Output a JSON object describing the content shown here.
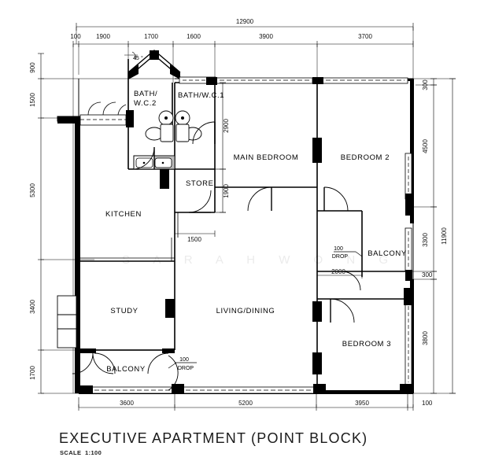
{
  "drawing": {
    "title": "EXECUTIVE APARTMENT (POINT BLOCK)",
    "scale_label": "SCALE",
    "scale_value": "1:100",
    "watermark": "S A R A H   W O N G",
    "line_color": "#000000",
    "wall_fill": "#000000",
    "background": "#ffffff"
  },
  "rooms": [
    {
      "id": "bath-wc-2",
      "line1": "BATH/",
      "line2": "W.C.2"
    },
    {
      "id": "bath-wc-1",
      "label": "BATH/W.C.1"
    },
    {
      "id": "store",
      "label": "STORE"
    },
    {
      "id": "main-bedroom",
      "label": "MAIN BEDROOM"
    },
    {
      "id": "bedroom-2",
      "label": "BEDROOM 2"
    },
    {
      "id": "bedroom-3",
      "label": "BEDROOM 3"
    },
    {
      "id": "kitchen",
      "label": "KITCHEN"
    },
    {
      "id": "study",
      "label": "STUDY"
    },
    {
      "id": "living-dining",
      "label": "LIVING/DINING"
    },
    {
      "id": "balcony-upper",
      "label": "BALCONY"
    },
    {
      "id": "balcony-lower",
      "label": "BALCONY"
    }
  ],
  "dimensions": {
    "top_overall": "12900",
    "top_chain": [
      "100",
      "1900",
      "1700",
      "1600",
      "3900",
      "3700"
    ],
    "left_chain": [
      "900",
      "1500",
      "5300",
      "3400",
      "1700"
    ],
    "right_overall": "11900",
    "right_chain": [
      "300",
      "4500",
      "3300",
      "300",
      "3800"
    ],
    "right_bottom_tail": "100",
    "bottom_chain": [
      "3600",
      "5200",
      "3950",
      "100"
    ],
    "interior": {
      "bath_depth": "2900",
      "store_depth": "1900",
      "store_width": "1500",
      "balcony_width": "2000",
      "balcony_wall": "300"
    }
  },
  "annotations": [
    {
      "id": "drop-upper-balcony",
      "line1": "100",
      "line2": "DROP"
    },
    {
      "id": "drop-lower-balcony",
      "line1": "100",
      "line2": "DROP"
    },
    {
      "id": "angle-marker",
      "label": "45"
    }
  ]
}
